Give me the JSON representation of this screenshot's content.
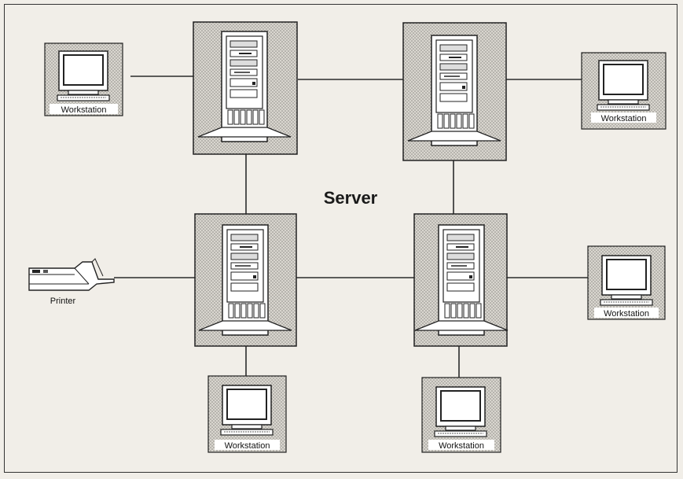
{
  "title": "Server",
  "printer_label": "Printer",
  "workstations": [
    {
      "label": "Workstation"
    },
    {
      "label": "Workstation"
    },
    {
      "label": "Workstation"
    },
    {
      "label": "Workstation"
    },
    {
      "label": "Workstation"
    }
  ],
  "colors": {
    "line": "#2b2b2b",
    "box_fill": "#d2cfc8",
    "paper": "#f1eee8",
    "screen": "#ffffff"
  },
  "icons": [
    "server-tower-icon",
    "workstation-monitor-icon",
    "printer-icon"
  ]
}
